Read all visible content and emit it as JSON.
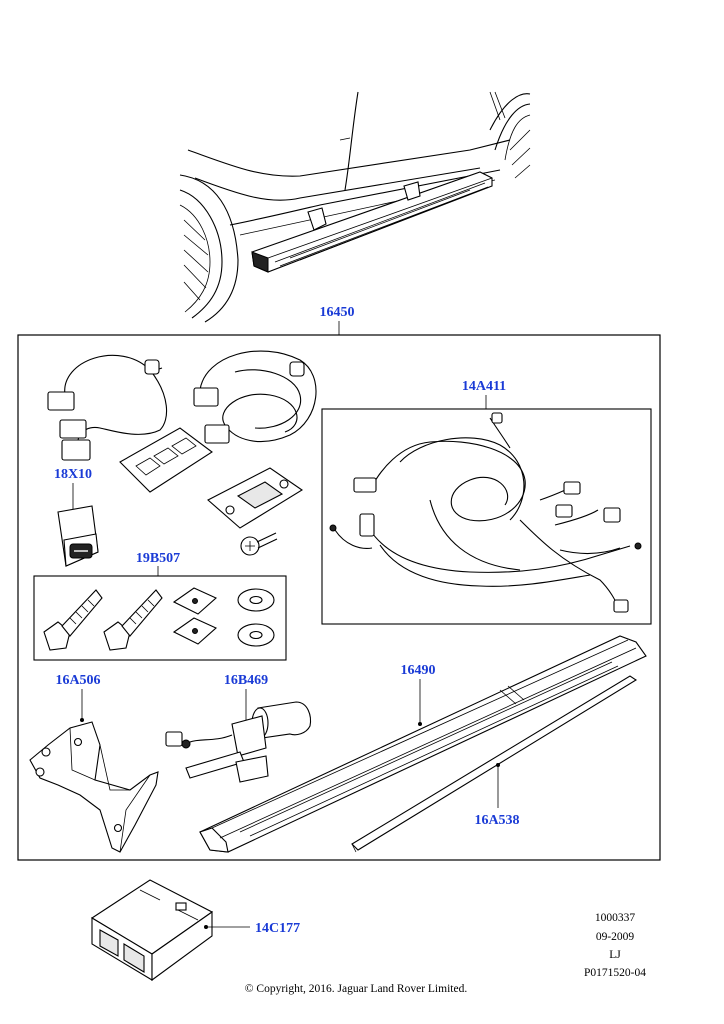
{
  "parts": {
    "kit": "16450",
    "harness": "14A411",
    "switch": "18X10",
    "fixing_kit": "19B507",
    "bracket": "16A506",
    "motor": "16B469",
    "step": "16490",
    "seal": "16A538",
    "module": "14C177"
  },
  "meta": {
    "line1": "1000337",
    "line2": "09-2009",
    "line3": "LJ",
    "line4": "P0171520-04"
  },
  "copyright": "© Copyright, 2016. Jaguar Land Rover Limited.",
  "colors": {
    "label": "#1a3bd6",
    "line": "#000000"
  }
}
